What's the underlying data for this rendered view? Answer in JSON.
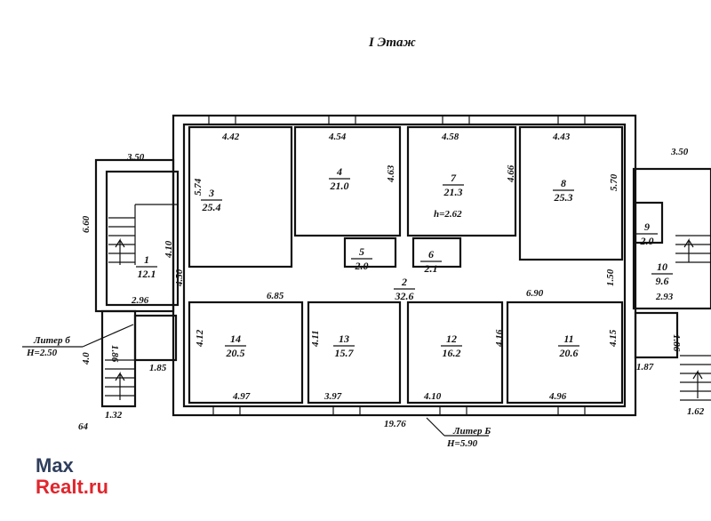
{
  "title": "I Этаж",
  "rooms": [
    {
      "num": "1",
      "area": "12.1"
    },
    {
      "num": "2",
      "area": "32.6"
    },
    {
      "num": "3",
      "area": "25.4"
    },
    {
      "num": "4",
      "area": "21.0"
    },
    {
      "num": "5",
      "area": "2.0"
    },
    {
      "num": "6",
      "area": "2.1"
    },
    {
      "num": "7",
      "area": "21.3"
    },
    {
      "num": "8",
      "area": "25.3"
    },
    {
      "num": "9",
      "area": "2.0"
    },
    {
      "num": "10",
      "area": "9.6"
    },
    {
      "num": "11",
      "area": "20.6"
    },
    {
      "num": "12",
      "area": "16.2"
    },
    {
      "num": "13",
      "area": "15.7"
    },
    {
      "num": "14",
      "area": "20.5"
    }
  ],
  "height_note": "h=2.62",
  "dims": [
    "3.50",
    "4.42",
    "4.54",
    "4.58",
    "4.43",
    "3.50",
    "5.74",
    "4.63",
    "4.66",
    "5.70",
    "6.60",
    "4.10",
    "4.50",
    "1.50",
    "6.85",
    "6.90",
    "2.96",
    "2.93",
    "4.12",
    "4.11",
    "4.16",
    "4.15",
    "1.86",
    "1.86",
    "1.85",
    "1.87",
    "4.0",
    "4.97",
    "3.97",
    "4.10",
    "4.96",
    "1.32",
    "1.62",
    "19.76",
    "64"
  ],
  "liter_left": {
    "name": "Литер б",
    "height": "H=2.50"
  },
  "liter_main": {
    "name": "Литер Б",
    "height": "H=5.90"
  },
  "watermark": {
    "line1": "Max",
    "line2": "Realt.ru",
    "color1": "#2f3e5c",
    "color2": "#e0262d"
  }
}
